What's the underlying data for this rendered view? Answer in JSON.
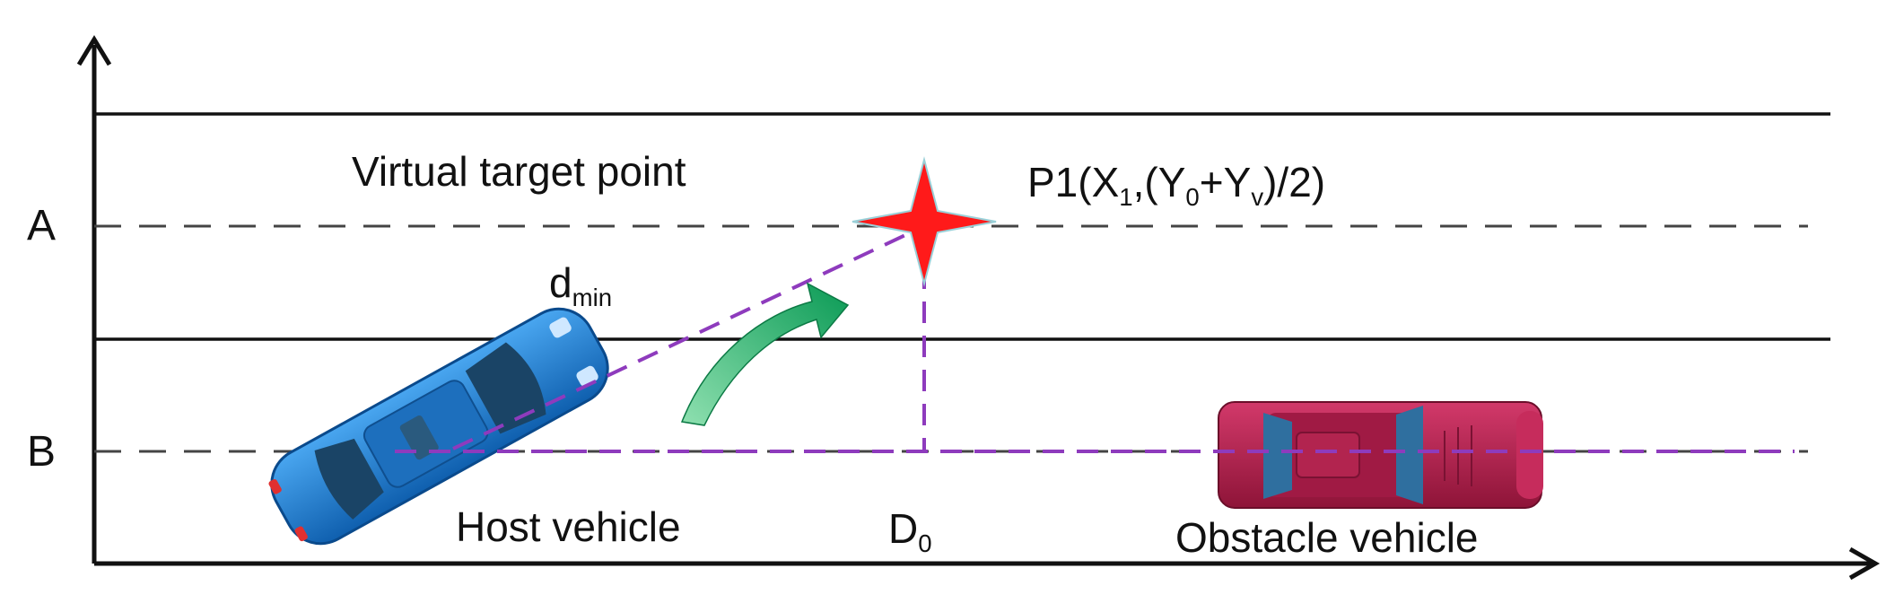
{
  "diagram": {
    "lane_labels": {
      "a": "A",
      "b": "B"
    },
    "virtual_target_label": "Virtual target point",
    "point_label": {
      "prefix": "P1(X",
      "x_sub": "1",
      "mid": ",(Y",
      "y0_sub": "0",
      "plus": "+Y",
      "yv_sub": "v",
      "suffix": ")/2)"
    },
    "dmin_label": {
      "base": "d",
      "sub": "min"
    },
    "d0_label": {
      "base": "D",
      "sub": "0"
    },
    "host_label": "Host vehicle",
    "obstacle_label": "Obstacle vehicle",
    "colors": {
      "road_line": "#111111",
      "path": "#8e3bbd",
      "target": "#ff1a1a",
      "arrow": "#1aa865",
      "host_car": "#1e7fd6",
      "obstacle_car": "#b8204e"
    },
    "icons": [
      "star-icon",
      "curved-arrow-icon",
      "host-car-icon",
      "obstacle-car-icon"
    ]
  }
}
